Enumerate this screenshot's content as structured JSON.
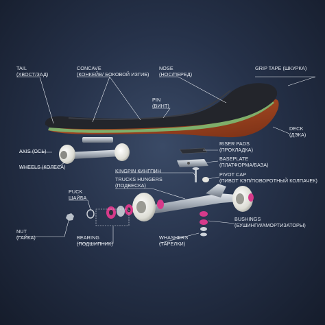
{
  "colors": {
    "background": "#26324a",
    "grip": "#23252b",
    "deck_wood": "#a34a22",
    "deck_edge_green": "#7fae6a",
    "metal": "#b9c0c9",
    "wheel": "#e9e9e2",
    "bushing": "#d63a8a",
    "leader_line": "#e8ecf2"
  },
  "labels": {
    "tail": {
      "line1": "TAIL",
      "line2": "(ХВОСТ/ЗАД)"
    },
    "concave": {
      "line1": "CONCAVE",
      "line2": "(КОНКЕЙВ/ БОКОВОЙ ИЗГИБ)"
    },
    "nose": {
      "line1": "NOSE",
      "line2": "(НОС/ПЕРЕД)"
    },
    "grip_tape": {
      "line1": "GRIP TAPE (ШКУРКА)"
    },
    "pin": {
      "line1": "PIN",
      "line2": "(ВИНТ)"
    },
    "deck": {
      "line1": "DECK",
      "line2": "(ДЭКА)"
    },
    "axis": {
      "line1": "AXIS (ОСЬ)"
    },
    "riser_pads": {
      "line1": "RISER PADS",
      "line2": "(ПРОКЛАДКА)"
    },
    "baseplate": {
      "line1": "BASEPLATE",
      "line2": "(ПЛАТФОРМА/БАЗА)"
    },
    "wheels": {
      "line1": "WHEELS (КОЛЕСА)"
    },
    "kingpin": {
      "line1": "KINGPIN КИНГПИН"
    },
    "trucks": {
      "line1": "TRUCKS HUNGERS",
      "line2": "(ПОДВЕСКА)"
    },
    "pivot_cap": {
      "line1": "PIVOT CAP",
      "line2": "(ПИВОТ КЭП/ПОВОРОТНЫЙ КОЛПАЧЕК)"
    },
    "puck": {
      "line1": "PUCK",
      "line2": "ШАЙБА"
    },
    "nut": {
      "line1": "NUT",
      "line2": "(ГАЙКА)"
    },
    "bearing": {
      "line1": "BEARING",
      "line2": "(ПОДШИПНИК)"
    },
    "bushings": {
      "line1": "BUSHINGS",
      "line2": "(БУШИНГИ/АМОРТИЗАТОРЫ)"
    },
    "washers": {
      "line1": "WHASHERS",
      "line2": "(ТАРЕЛКИ)"
    }
  }
}
